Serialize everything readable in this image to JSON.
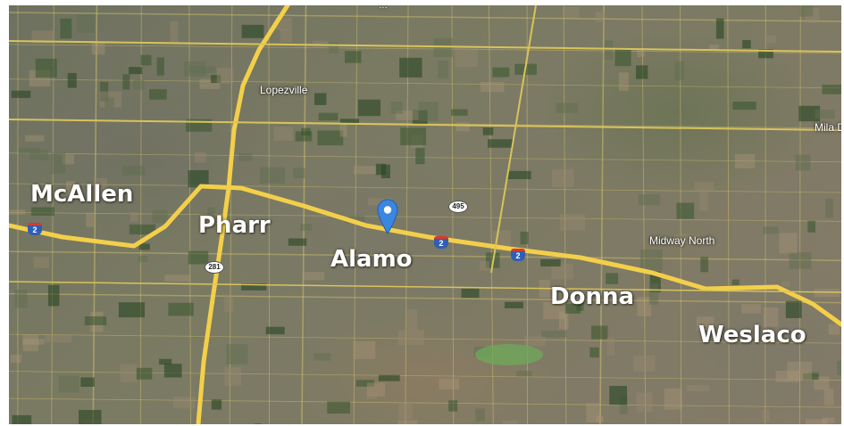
{
  "map": {
    "cities": [
      {
        "key": "mcallen",
        "label": "McAllen"
      },
      {
        "key": "pharr",
        "label": "Pharr"
      },
      {
        "key": "alamo",
        "label": "Alamo"
      },
      {
        "key": "donna",
        "label": "Donna"
      },
      {
        "key": "weslaco",
        "label": "Weslaco"
      }
    ],
    "places": {
      "lopezville": "Lopezville",
      "midway_north": "Midway North",
      "mila": "Mila D"
    },
    "route_shields": {
      "i2_west": "2",
      "i2_center": "2",
      "i2_east": "2",
      "loop495": "495",
      "us281": "281",
      "top": "…"
    },
    "marker": {
      "icon": "map-pin-icon",
      "color": "#3a86e0"
    },
    "colors": {
      "highway": "#f3cf4a",
      "road": "#d8c35a",
      "interstate_shield": "#2f5fb5"
    }
  }
}
